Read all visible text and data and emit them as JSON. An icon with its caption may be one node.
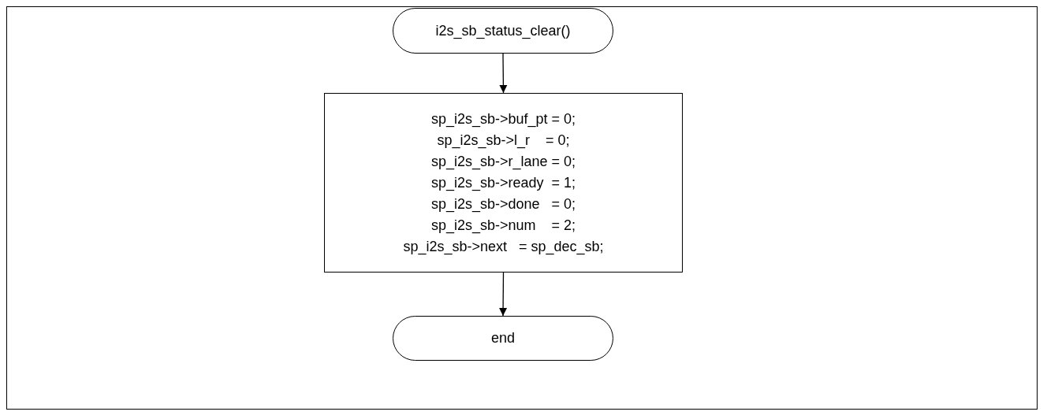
{
  "diagram": {
    "nodes": [
      {
        "text": [
          "i2s_sb_status_clear()"
        ]
      },
      {
        "text": [
          "sp_i2s_sb->buf_pt = 0;",
          "sp_i2s_sb->l_r    = 0;",
          "sp_i2s_sb->r_lane = 0;",
          "sp_i2s_sb->ready  = 1;",
          "sp_i2s_sb->done   = 0;",
          "sp_i2s_sb->num    = 2;",
          "sp_i2s_sb->next   = sp_dec_sb;"
        ]
      },
      {
        "text": [
          "end"
        ]
      }
    ],
    "edges": [
      {
        "from": 0,
        "to": 1,
        "arrow": "to"
      },
      {
        "from": 1,
        "to": 2,
        "arrow": "to"
      }
    ]
  }
}
